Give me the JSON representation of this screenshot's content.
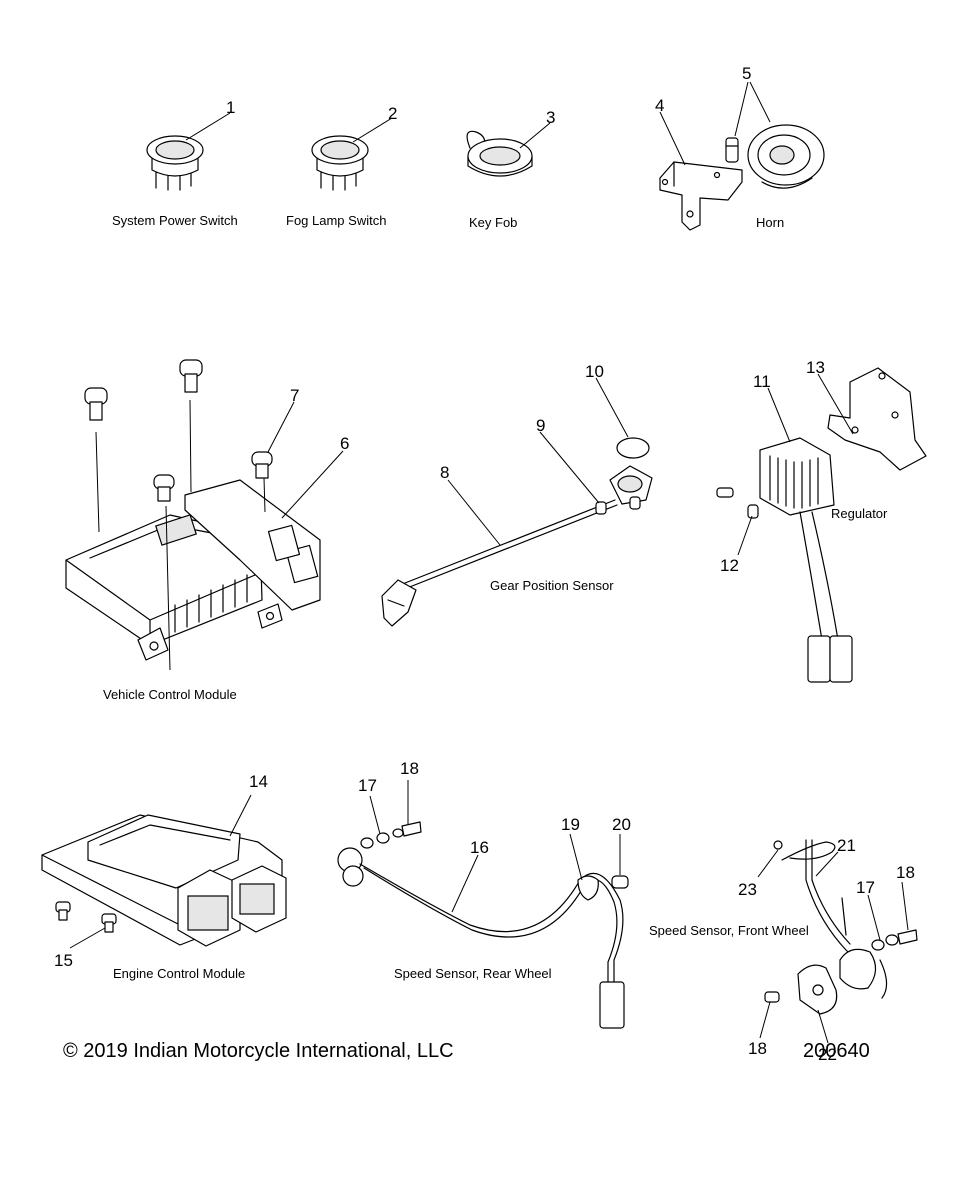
{
  "parts": [
    {
      "num": "1",
      "caption": "System Power Switch"
    },
    {
      "num": "2",
      "caption": "Fog Lamp Switch"
    },
    {
      "num": "3",
      "caption": "Key Fob"
    },
    {
      "num": "4",
      "caption": ""
    },
    {
      "num": "5",
      "caption": "Horn"
    },
    {
      "num": "6",
      "caption": "Vehicle Control Module"
    },
    {
      "num": "7",
      "caption": ""
    },
    {
      "num": "8",
      "caption": "Gear Position Sensor"
    },
    {
      "num": "9",
      "caption": ""
    },
    {
      "num": "10",
      "caption": ""
    },
    {
      "num": "11",
      "caption": "Regulator"
    },
    {
      "num": "12",
      "caption": ""
    },
    {
      "num": "13",
      "caption": ""
    },
    {
      "num": "14",
      "caption": "Engine Control Module"
    },
    {
      "num": "15",
      "caption": ""
    },
    {
      "num": "16",
      "caption": "Speed Sensor, Rear Wheel"
    },
    {
      "num": "17",
      "caption": ""
    },
    {
      "num": "18",
      "caption": ""
    },
    {
      "num": "19",
      "caption": ""
    },
    {
      "num": "20",
      "caption": ""
    },
    {
      "num": "21",
      "caption": "Speed Sensor, Front Wheel"
    },
    {
      "num": "22",
      "caption": ""
    },
    {
      "num": "23",
      "caption": ""
    }
  ],
  "footer": {
    "copyright": "© 2019 Indian Motorcycle International, LLC",
    "doc_number": "200640"
  }
}
